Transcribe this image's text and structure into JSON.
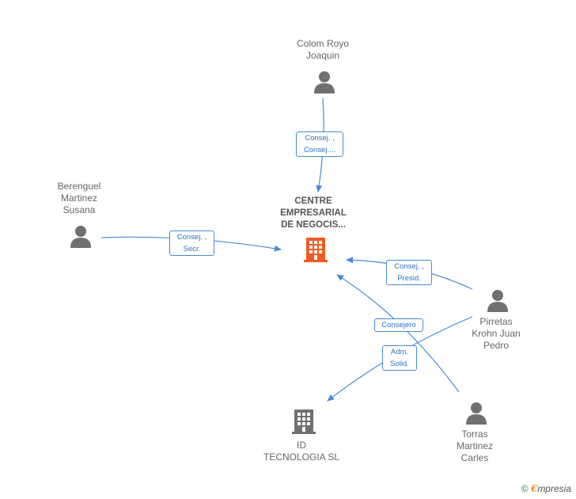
{
  "nodes": {
    "center": {
      "label": "CENTRE\nEMPRESARIAL\nDE NEGOCIS..."
    },
    "colom": {
      "label": "Colom Royo\nJoaquin"
    },
    "berenguel": {
      "label": "Berenguel\nMartinez\nSusana"
    },
    "pirretas": {
      "label": "Pirretas\nKrohn Juan\nPedro"
    },
    "torras": {
      "label": "Torras\nMartinez\nCarles"
    },
    "id_tecnologia": {
      "label": "ID\nTECNOLOGIA SL"
    }
  },
  "edges": {
    "colom_center": "Consej. ,\nConsej....",
    "berenguel_center": "Consej. ,\nSecr.",
    "pirretas_center": "Consej. ,\nPresid.",
    "torras_center": "Consejero",
    "pirretas_id": "Adm.\nSolid."
  },
  "footer": {
    "copyright": "©",
    "brand_initial": "€",
    "brand_rest": "mpresia"
  },
  "colors": {
    "edge": "#4a8ad6",
    "person_icon": "#707070",
    "company_main": "#f05a22",
    "company_other": "#707070"
  }
}
